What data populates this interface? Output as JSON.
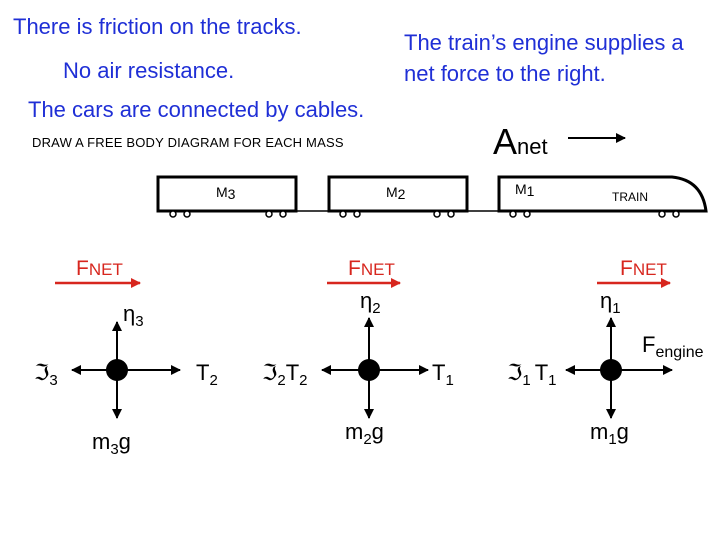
{
  "notes": {
    "friction": "There is friction on the tracks.",
    "air": "No air resistance.",
    "cables": "The cars are connected by cables.",
    "engine_line1": "The train’s engine supplies a",
    "engine_line2": "net force to the right."
  },
  "instruction": "DRAW A FREE BODY DIAGRAM FOR EACH MASS",
  "anet": {
    "main": "A",
    "sub": "net"
  },
  "cars": {
    "m3": {
      "letter": "M",
      "index": "3"
    },
    "m2": {
      "letter": "M",
      "index": "2"
    },
    "m1": {
      "letter": "M",
      "index": "1"
    },
    "train_label": "TRAIN"
  },
  "fnet": {
    "big": "F",
    "rest": "NET"
  },
  "fbd1": {
    "normal": {
      "sym": "η",
      "sub": "3"
    },
    "friction": {
      "sym": "ℑ",
      "sub": "3"
    },
    "tension": {
      "sym": "T",
      "sub": "2"
    },
    "weight": {
      "pre": "m",
      "sub": "3",
      "post": "g"
    }
  },
  "fbd2": {
    "normal": {
      "sym": "η",
      "sub": "2"
    },
    "friction": {
      "sym": "ℑ",
      "sub": "2"
    },
    "tension_left": {
      "sym": "T",
      "sub": "2"
    },
    "tension_right": {
      "sym": "T",
      "sub": "1"
    },
    "weight": {
      "pre": "m",
      "sub": "2",
      "post": "g"
    }
  },
  "fbd3": {
    "normal": {
      "sym": "η",
      "sub": "1"
    },
    "friction": {
      "sym": "ℑ",
      "sub": "1"
    },
    "tension": {
      "sym": "T",
      "sub": "1"
    },
    "engine": {
      "sym": "F",
      "sub": "engine"
    },
    "weight": {
      "pre": "m",
      "sub": "1",
      "post": "g"
    }
  },
  "colors": {
    "notes": "#1f2fd6",
    "fnet": "#d7261e",
    "ink": "#000000"
  }
}
